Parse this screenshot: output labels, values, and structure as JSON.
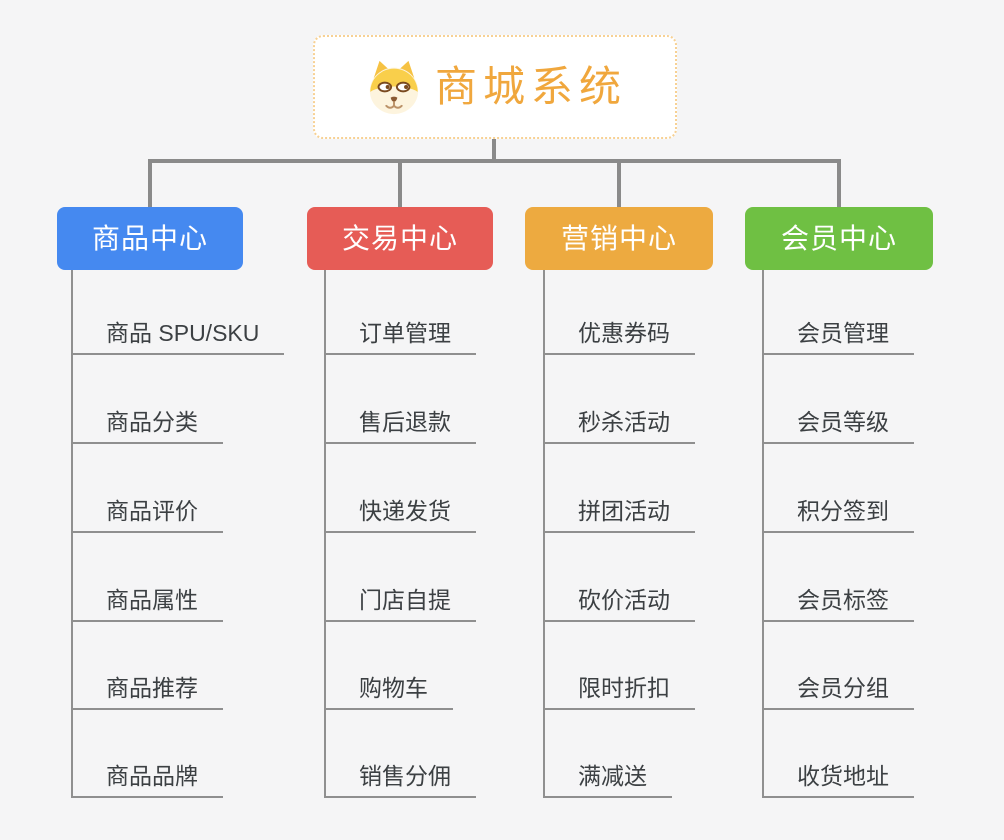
{
  "root": {
    "title": "商城系统",
    "icon": "dog-face-icon",
    "title_color": "#f0a73d",
    "border_color": "#f7d194"
  },
  "connector_color": "#8a8a8a",
  "leaf_line_color": "#8f8f8f",
  "background_color": "#f5f5f6",
  "branches": [
    {
      "label": "商品中心",
      "color": "#4589f0",
      "children": [
        "商品 SPU/SKU",
        "商品分类",
        "商品评价",
        "商品属性",
        "商品推荐",
        "商品品牌"
      ]
    },
    {
      "label": "交易中心",
      "color": "#e65c56",
      "children": [
        "订单管理",
        "售后退款",
        "快递发货",
        "门店自提",
        "购物车",
        "销售分佣"
      ]
    },
    {
      "label": "营销中心",
      "color": "#edaa40",
      "children": [
        "优惠券码",
        "秒杀活动",
        "拼团活动",
        "砍价活动",
        "限时折扣",
        "满减送"
      ]
    },
    {
      "label": "会员中心",
      "color": "#6fc043",
      "children": [
        "会员管理",
        "会员等级",
        "积分签到",
        "会员标签",
        "会员分组",
        "收货地址"
      ]
    }
  ]
}
